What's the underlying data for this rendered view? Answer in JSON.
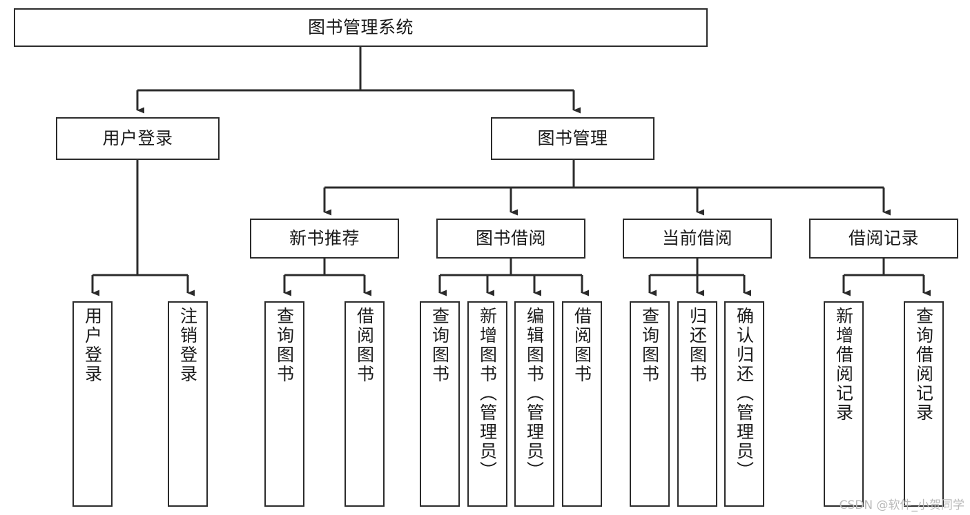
{
  "diagram": {
    "type": "tree",
    "title": "图书管理系统",
    "orientation": "top-down",
    "colors": {
      "box_border": "#2b2b2b",
      "box_fill": "#ffffff",
      "connector": "#2b2b2b",
      "text": "#1a1a1a",
      "watermark": "#b9b9b9",
      "background": "#ffffff"
    },
    "nodes": {
      "root": {
        "label": "图书管理系统"
      },
      "level2": [
        {
          "label": "用户登录"
        },
        {
          "label": "图书管理"
        }
      ],
      "level3": [
        {
          "label": "新书推荐"
        },
        {
          "label": "图书借阅"
        },
        {
          "label": "当前借阅"
        },
        {
          "label": "借阅记录"
        }
      ],
      "leaves": {
        "user_login": [
          {
            "label": "用户登录"
          },
          {
            "label": "注销登录"
          }
        ],
        "new_book_recommend": [
          {
            "label": "查询图书"
          },
          {
            "label": "借阅图书"
          }
        ],
        "book_borrow": [
          {
            "label": "查询图书"
          },
          {
            "label": "新增图书（管理员）"
          },
          {
            "label": "编辑图书（管理员）"
          },
          {
            "label": "借阅图书"
          }
        ],
        "current_borrow": [
          {
            "label": "查询图书"
          },
          {
            "label": "归还图书"
          },
          {
            "label": "确认归还（管理员）"
          }
        ],
        "borrow_record": [
          {
            "label": "新增借阅记录"
          },
          {
            "label": "查询借阅记录"
          }
        ]
      }
    },
    "watermark": "CSDN @软件_小贺同学"
  }
}
